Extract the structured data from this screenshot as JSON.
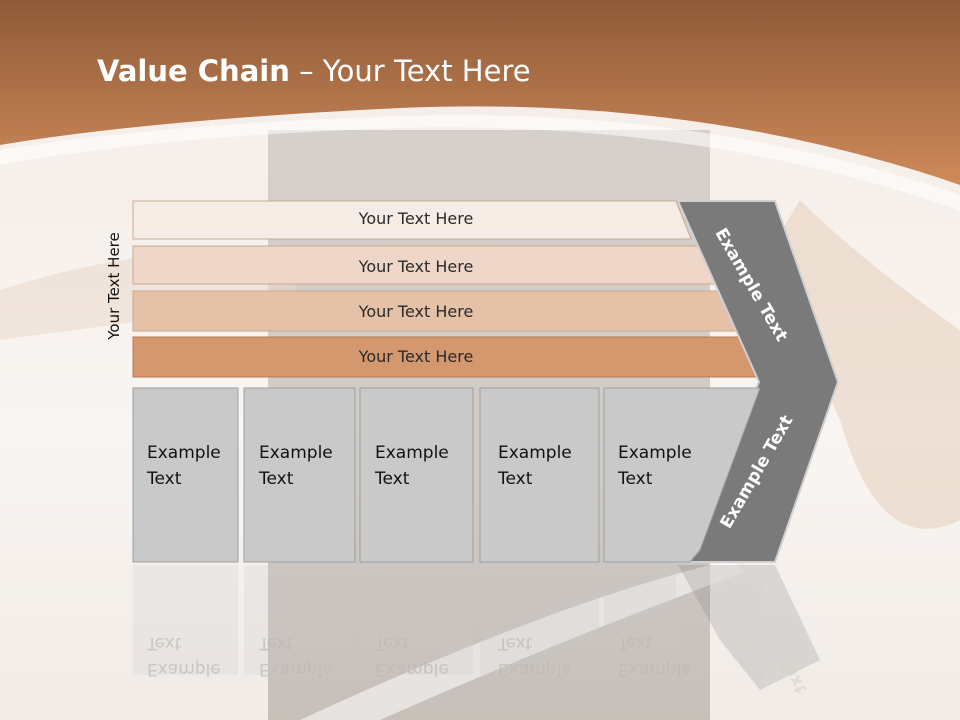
{
  "slide": {
    "title_bold": "Value Chain",
    "title_rest": " – Your Text Here",
    "vertical_label": "Your Text Here"
  },
  "bands": [
    {
      "label": "Your Text Here",
      "color": "#f6ece6"
    },
    {
      "label": "Your Text Here",
      "color": "#eed6c8"
    },
    {
      "label": "Your Text Here",
      "color": "#e5c1a8"
    },
    {
      "label": "Your Text Here",
      "color": "#d4976e"
    }
  ],
  "boxes": [
    {
      "line1": "Example",
      "line2": "Text"
    },
    {
      "line1": "Example",
      "line2": "Text"
    },
    {
      "line1": "Example",
      "line2": "Text"
    },
    {
      "line1": "Example",
      "line2": "Text"
    },
    {
      "line1": "Example",
      "line2": "Text"
    }
  ],
  "chevron": {
    "upper_label": "Example Text",
    "lower_label": "Example Text",
    "color": "#7a7a7a"
  },
  "colors": {
    "header": "#b9764a",
    "box_fill": "#c9c9c9",
    "box_stroke": "#9e9e9e"
  }
}
